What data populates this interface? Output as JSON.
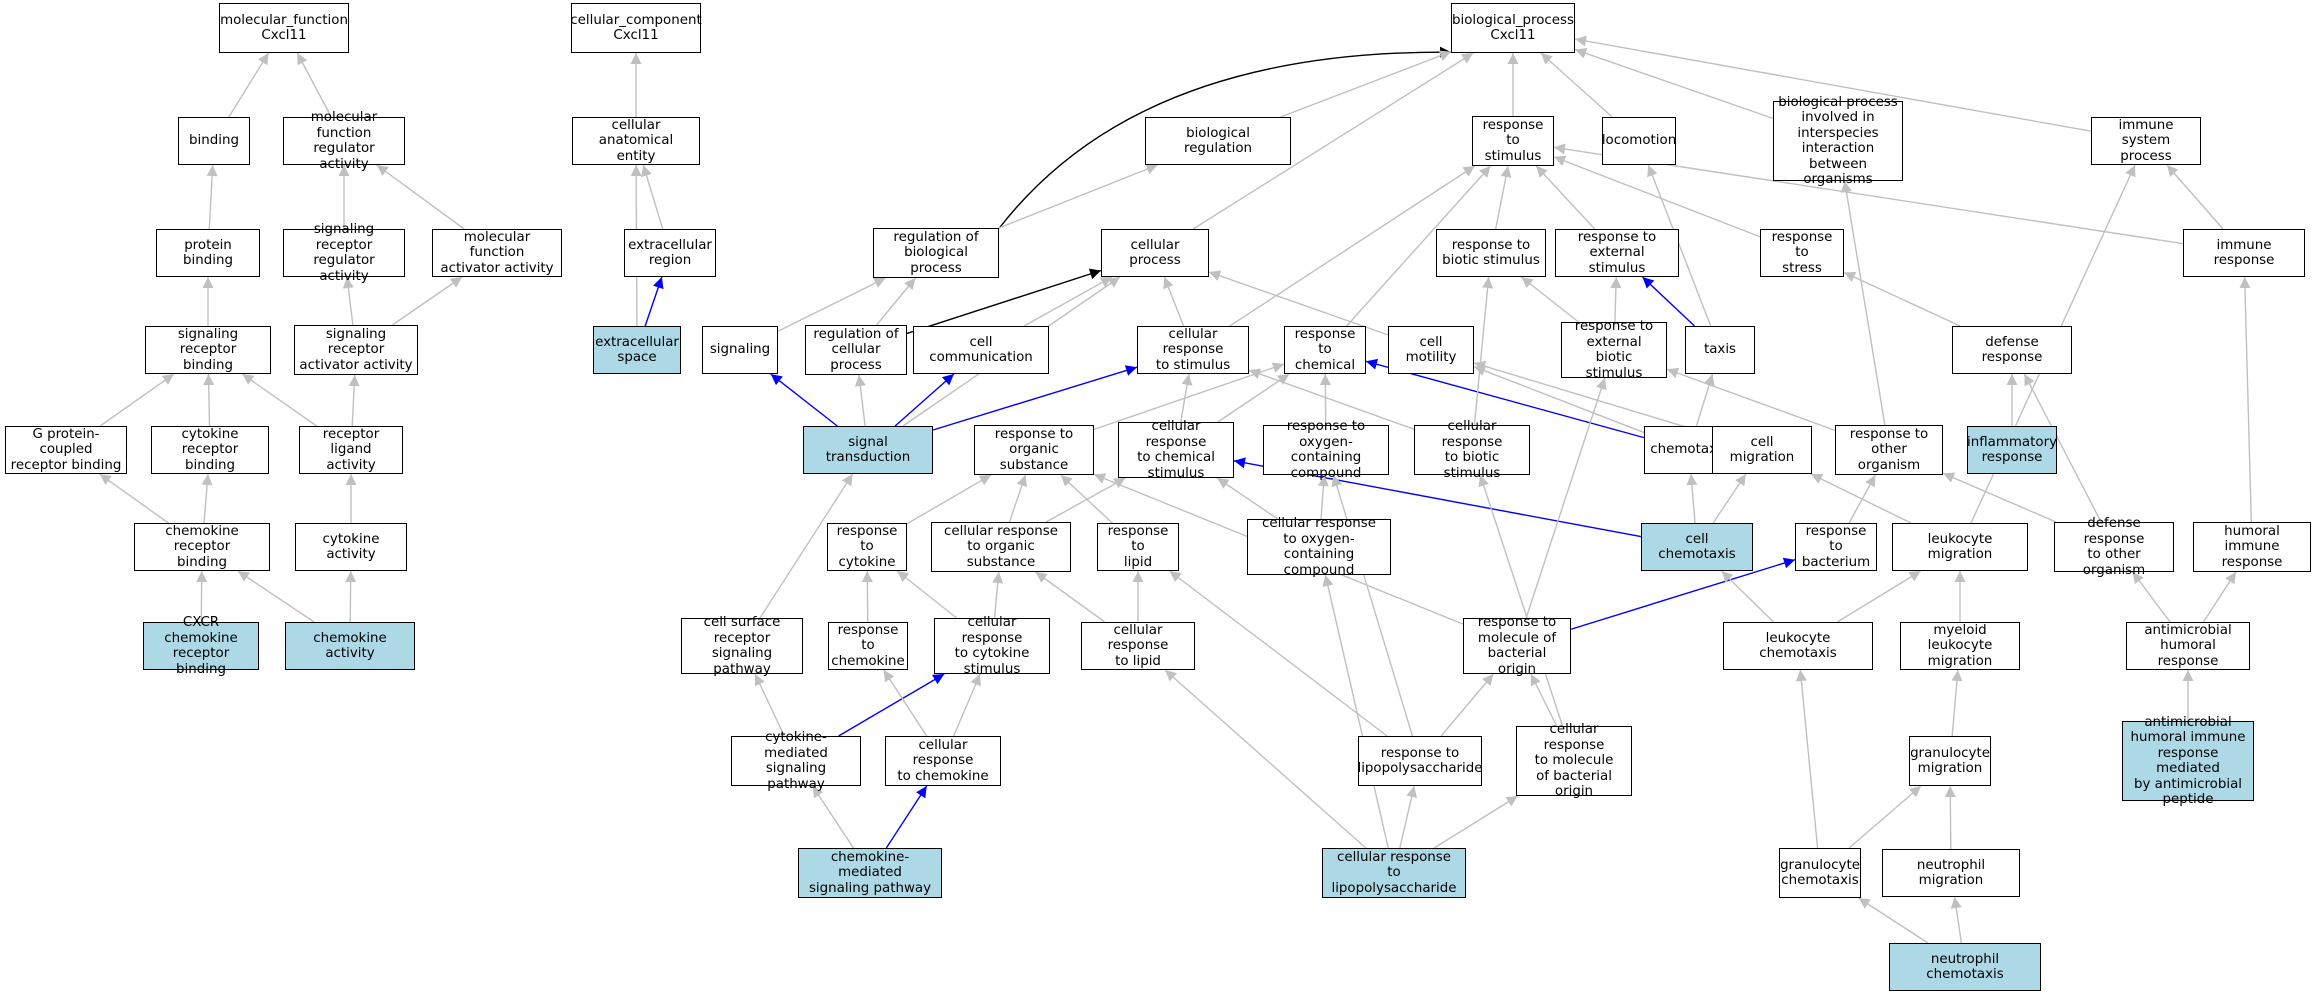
{
  "palette": {
    "gray": "#c0c0c0",
    "blue": "#0000ff",
    "black": "#000000",
    "highlight": "#add8e6"
  },
  "nodes": [
    {
      "id": "mf",
      "label": "molecular_function\nCxcl11",
      "hl": false
    },
    {
      "id": "cc",
      "label": "cellular_component\nCxcl11",
      "hl": false
    },
    {
      "id": "bp",
      "label": "biological_process\nCxcl11",
      "hl": false
    },
    {
      "id": "binding",
      "label": "binding",
      "hl": false
    },
    {
      "id": "mfreg",
      "label": "molecular function\nregulator activity",
      "hl": false
    },
    {
      "id": "cae",
      "label": "cellular anatomical\nentity",
      "hl": false
    },
    {
      "id": "bioreg",
      "label": "biological regulation",
      "hl": false
    },
    {
      "id": "rstim",
      "label": "response to\nstimulus",
      "hl": false
    },
    {
      "id": "loco",
      "label": "locomotion",
      "hl": false
    },
    {
      "id": "bpinter",
      "label": "biological process\ninvolved in\ninterspecies\ninteraction\nbetween organisms",
      "hl": false
    },
    {
      "id": "isp",
      "label": "immune system\nprocess",
      "hl": false
    },
    {
      "id": "pbind",
      "label": "protein binding",
      "hl": false
    },
    {
      "id": "srra",
      "label": "signaling receptor\nregulator activity",
      "hl": false
    },
    {
      "id": "mfaa",
      "label": "molecular function\nactivator activity",
      "hl": false
    },
    {
      "id": "extreg",
      "label": "extracellular\nregion",
      "hl": false
    },
    {
      "id": "regbp",
      "label": "regulation of\nbiological process",
      "hl": false
    },
    {
      "id": "cproc",
      "label": "cellular process",
      "hl": false
    },
    {
      "id": "rbiotic",
      "label": "response to\nbiotic stimulus",
      "hl": false
    },
    {
      "id": "rext",
      "label": "response to\nexternal stimulus",
      "hl": false
    },
    {
      "id": "rstress",
      "label": "response to\nstress",
      "hl": false
    },
    {
      "id": "iresp",
      "label": "immune response",
      "hl": false
    },
    {
      "id": "srbind",
      "label": "signaling receptor\nbinding",
      "hl": false
    },
    {
      "id": "sraa",
      "label": "signaling receptor\nactivator activity",
      "hl": false
    },
    {
      "id": "extspace",
      "label": "extracellular\nspace",
      "hl": true
    },
    {
      "id": "signaling",
      "label": "signaling",
      "hl": false
    },
    {
      "id": "regcp",
      "label": "regulation of\ncellular process",
      "hl": false
    },
    {
      "id": "ccomm",
      "label": "cell communication",
      "hl": false
    },
    {
      "id": "crstim",
      "label": "cellular response\nto stimulus",
      "hl": false
    },
    {
      "id": "rchem",
      "label": "response to\nchemical",
      "hl": false
    },
    {
      "id": "cmot",
      "label": "cell motility",
      "hl": false
    },
    {
      "id": "rextbio",
      "label": "response to\nexternal biotic\nstimulus",
      "hl": false
    },
    {
      "id": "taxis",
      "label": "taxis",
      "hl": false
    },
    {
      "id": "defresp",
      "label": "defense response",
      "hl": false
    },
    {
      "id": "gpcr",
      "label": "G protein-coupled\nreceptor binding",
      "hl": false
    },
    {
      "id": "crbind",
      "label": "cytokine receptor\nbinding",
      "hl": false
    },
    {
      "id": "rlig",
      "label": "receptor ligand\nactivity",
      "hl": false
    },
    {
      "id": "sigtrans",
      "label": "signal transduction",
      "hl": true
    },
    {
      "id": "rorg",
      "label": "response to\norganic substance",
      "hl": false
    },
    {
      "id": "crchem",
      "label": "cellular response\nto chemical\nstimulus",
      "hl": false
    },
    {
      "id": "roxy",
      "label": "response to\noxygen-containing\ncompound",
      "hl": false
    },
    {
      "id": "crbiotic",
      "label": "cellular response\nto biotic stimulus",
      "hl": false
    },
    {
      "id": "chemotaxis",
      "label": "chemotaxis",
      "hl": false
    },
    {
      "id": "cmig",
      "label": "cell migration",
      "hl": false
    },
    {
      "id": "rother",
      "label": "response to\nother organism",
      "hl": false
    },
    {
      "id": "inflam",
      "label": "inflammatory\nresponse",
      "hl": true
    },
    {
      "id": "ckrbind",
      "label": "chemokine receptor\nbinding",
      "hl": false
    },
    {
      "id": "cytact",
      "label": "cytokine activity",
      "hl": false
    },
    {
      "id": "rcyt",
      "label": "response to\ncytokine",
      "hl": false
    },
    {
      "id": "crorg",
      "label": "cellular response\nto organic substance",
      "hl": false
    },
    {
      "id": "rlipid",
      "label": "response to\nlipid",
      "hl": false
    },
    {
      "id": "croxy",
      "label": "cellular response\nto oxygen-containing\ncompound",
      "hl": false
    },
    {
      "id": "cchemo",
      "label": "cell chemotaxis",
      "hl": true
    },
    {
      "id": "rbact",
      "label": "response to\nbacterium",
      "hl": false
    },
    {
      "id": "lmig",
      "label": "leukocyte migration",
      "hl": false
    },
    {
      "id": "defother",
      "label": "defense response\nto other organism",
      "hl": false
    },
    {
      "id": "humoral",
      "label": "humoral immune\nresponse",
      "hl": false
    },
    {
      "id": "cxcr",
      "label": "CXCR chemokine\nreceptor binding",
      "hl": true
    },
    {
      "id": "chemact",
      "label": "chemokine activity",
      "hl": true
    },
    {
      "id": "csrsp",
      "label": "cell surface\nreceptor signaling\npathway",
      "hl": false
    },
    {
      "id": "rchemokine",
      "label": "response to\nchemokine",
      "hl": false
    },
    {
      "id": "crcyt",
      "label": "cellular response\nto cytokine\nstimulus",
      "hl": false
    },
    {
      "id": "crlipid",
      "label": "cellular response\nto lipid",
      "hl": false
    },
    {
      "id": "rmolbact",
      "label": "response to\nmolecule of\nbacterial origin",
      "hl": false
    },
    {
      "id": "lchemo",
      "label": "leukocyte chemotaxis",
      "hl": false
    },
    {
      "id": "mlmig",
      "label": "myeloid leukocyte\nmigration",
      "hl": false
    },
    {
      "id": "amhr",
      "label": "antimicrobial\nhumoral response",
      "hl": false
    },
    {
      "id": "cmsp",
      "label": "cytokine-mediated\nsignaling pathway",
      "hl": false
    },
    {
      "id": "crchemokine",
      "label": "cellular response\nto chemokine",
      "hl": false
    },
    {
      "id": "rlps",
      "label": "response to\nlipopolysaccharide",
      "hl": false
    },
    {
      "id": "crmolbact",
      "label": "cellular response\nto molecule\nof bacterial\norigin",
      "hl": false
    },
    {
      "id": "gmig",
      "label": "granulocyte\nmigration",
      "hl": false
    },
    {
      "id": "amhir",
      "label": "antimicrobial\nhumoral immune\nresponse mediated\nby antimicrobial\npeptide",
      "hl": true
    },
    {
      "id": "cmspath",
      "label": "chemokine-mediated\nsignaling pathway",
      "hl": true
    },
    {
      "id": "crlps",
      "label": "cellular response\nto lipopolysaccharide",
      "hl": true
    },
    {
      "id": "gchemo",
      "label": "granulocyte\nchemotaxis",
      "hl": false
    },
    {
      "id": "nmig",
      "label": "neutrophil migration",
      "hl": false
    },
    {
      "id": "nchemo",
      "label": "neutrophil chemotaxis",
      "hl": true
    }
  ],
  "edges": [
    [
      "binding",
      "mf",
      "gray"
    ],
    [
      "mfreg",
      "mf",
      "gray"
    ],
    [
      "pbind",
      "binding",
      "gray"
    ],
    [
      "srra",
      "mfreg",
      "gray"
    ],
    [
      "mfaa",
      "mfreg",
      "gray"
    ],
    [
      "srbind",
      "pbind",
      "gray"
    ],
    [
      "sraa",
      "srra",
      "gray"
    ],
    [
      "sraa",
      "mfaa",
      "gray"
    ],
    [
      "gpcr",
      "srbind",
      "gray"
    ],
    [
      "crbind",
      "srbind",
      "gray"
    ],
    [
      "rlig",
      "srbind",
      "gray"
    ],
    [
      "rlig",
      "sraa",
      "gray"
    ],
    [
      "ckrbind",
      "gpcr",
      "gray"
    ],
    [
      "ckrbind",
      "crbind",
      "gray"
    ],
    [
      "cytact",
      "rlig",
      "gray"
    ],
    [
      "cxcr",
      "ckrbind",
      "gray"
    ],
    [
      "chemact",
      "ckrbind",
      "gray"
    ],
    [
      "chemact",
      "cytact",
      "gray"
    ],
    [
      "cae",
      "cc",
      "gray"
    ],
    [
      "extreg",
      "cae",
      "gray"
    ],
    [
      "extspace",
      "cae",
      "gray"
    ],
    [
      "extspace",
      "extreg",
      "blue"
    ],
    [
      "regbp",
      "bp",
      "black"
    ],
    [
      "bioreg",
      "bp",
      "gray"
    ],
    [
      "rstim",
      "bp",
      "gray"
    ],
    [
      "loco",
      "bp",
      "gray"
    ],
    [
      "bpinter",
      "bp",
      "gray"
    ],
    [
      "isp",
      "bp",
      "gray"
    ],
    [
      "cproc",
      "bp",
      "gray"
    ],
    [
      "regbp",
      "bioreg",
      "gray"
    ],
    [
      "regcp",
      "cproc",
      "black"
    ],
    [
      "signaling",
      "regbp",
      "gray"
    ],
    [
      "regcp",
      "regbp",
      "gray"
    ],
    [
      "ccomm",
      "cproc",
      "gray"
    ],
    [
      "crstim",
      "cproc",
      "gray"
    ],
    [
      "cmot",
      "cproc",
      "gray"
    ],
    [
      "sigtrans",
      "cproc",
      "gray"
    ],
    [
      "sigtrans",
      "signaling",
      "blue"
    ],
    [
      "sigtrans",
      "regcp",
      "gray"
    ],
    [
      "sigtrans",
      "ccomm",
      "blue"
    ],
    [
      "sigtrans",
      "crstim",
      "blue"
    ],
    [
      "crstim",
      "rstim",
      "gray"
    ],
    [
      "rchem",
      "rstim",
      "gray"
    ],
    [
      "rbiotic",
      "rstim",
      "gray"
    ],
    [
      "rext",
      "rstim",
      "gray"
    ],
    [
      "rstress",
      "rstim",
      "gray"
    ],
    [
      "iresp",
      "rstim",
      "gray"
    ],
    [
      "iresp",
      "isp",
      "gray"
    ],
    [
      "rextbio",
      "rbiotic",
      "gray"
    ],
    [
      "rextbio",
      "rext",
      "gray"
    ],
    [
      "taxis",
      "rext",
      "blue"
    ],
    [
      "taxis",
      "loco",
      "gray"
    ],
    [
      "defresp",
      "rstress",
      "gray"
    ],
    [
      "inflam",
      "defresp",
      "gray"
    ],
    [
      "chemotaxis",
      "taxis",
      "gray"
    ],
    [
      "chemotaxis",
      "cmot",
      "gray"
    ],
    [
      "chemotaxis",
      "rchem",
      "blue"
    ],
    [
      "rorg",
      "rchem",
      "gray"
    ],
    [
      "crchem",
      "rchem",
      "gray"
    ],
    [
      "crchem",
      "crstim",
      "gray"
    ],
    [
      "roxy",
      "rchem",
      "gray"
    ],
    [
      "crbiotic",
      "rbiotic",
      "gray"
    ],
    [
      "crbiotic",
      "crstim",
      "gray"
    ],
    [
      "rother",
      "rextbio",
      "gray"
    ],
    [
      "rother",
      "bpinter",
      "gray"
    ],
    [
      "cmig",
      "cmot",
      "gray"
    ],
    [
      "cchemo",
      "chemotaxis",
      "gray"
    ],
    [
      "cchemo",
      "cmig",
      "gray"
    ],
    [
      "cchemo",
      "crchem",
      "blue"
    ],
    [
      "rcyt",
      "rorg",
      "gray"
    ],
    [
      "crorg",
      "rorg",
      "gray"
    ],
    [
      "crorg",
      "crchem",
      "gray"
    ],
    [
      "rlipid",
      "rorg",
      "gray"
    ],
    [
      "croxy",
      "roxy",
      "gray"
    ],
    [
      "croxy",
      "crchem",
      "gray"
    ],
    [
      "rbact",
      "rother",
      "gray"
    ],
    [
      "lmig",
      "cmig",
      "gray"
    ],
    [
      "lmig",
      "isp",
      "gray"
    ],
    [
      "defother",
      "rother",
      "gray"
    ],
    [
      "defother",
      "defresp",
      "gray"
    ],
    [
      "humoral",
      "iresp",
      "gray"
    ],
    [
      "csrsp",
      "sigtrans",
      "gray"
    ],
    [
      "rchemokine",
      "rcyt",
      "gray"
    ],
    [
      "crcyt",
      "rcyt",
      "gray"
    ],
    [
      "crcyt",
      "crorg",
      "gray"
    ],
    [
      "crlipid",
      "rlipid",
      "gray"
    ],
    [
      "crlipid",
      "crorg",
      "gray"
    ],
    [
      "rmolbact",
      "rorg",
      "gray"
    ],
    [
      "rmolbact",
      "rbact",
      "blue"
    ],
    [
      "rmolbact",
      "rextbio",
      "gray"
    ],
    [
      "lchemo",
      "lmig",
      "gray"
    ],
    [
      "lchemo",
      "cchemo",
      "gray"
    ],
    [
      "mlmig",
      "lmig",
      "gray"
    ],
    [
      "amhr",
      "defother",
      "gray"
    ],
    [
      "amhr",
      "humoral",
      "gray"
    ],
    [
      "cmsp",
      "csrsp",
      "gray"
    ],
    [
      "cmsp",
      "crcyt",
      "blue"
    ],
    [
      "crchemokine",
      "rchemokine",
      "gray"
    ],
    [
      "crchemokine",
      "crcyt",
      "gray"
    ],
    [
      "rlps",
      "rmolbact",
      "gray"
    ],
    [
      "rlps",
      "roxy",
      "gray"
    ],
    [
      "rlps",
      "rlipid",
      "gray"
    ],
    [
      "crmolbact",
      "rmolbact",
      "gray"
    ],
    [
      "crmolbact",
      "crbiotic",
      "gray"
    ],
    [
      "gmig",
      "mlmig",
      "gray"
    ],
    [
      "amhir",
      "amhr",
      "gray"
    ],
    [
      "cmspath",
      "cmsp",
      "gray"
    ],
    [
      "cmspath",
      "crchemokine",
      "blue"
    ],
    [
      "crlps",
      "rlps",
      "gray"
    ],
    [
      "crlps",
      "crmolbact",
      "gray"
    ],
    [
      "crlps",
      "crlipid",
      "gray"
    ],
    [
      "crlps",
      "croxy",
      "gray"
    ],
    [
      "gchemo",
      "lchemo",
      "gray"
    ],
    [
      "gchemo",
      "gmig",
      "gray"
    ],
    [
      "nmig",
      "gmig",
      "gray"
    ],
    [
      "nchemo",
      "gchemo",
      "gray"
    ],
    [
      "nchemo",
      "nmig",
      "gray"
    ]
  ]
}
